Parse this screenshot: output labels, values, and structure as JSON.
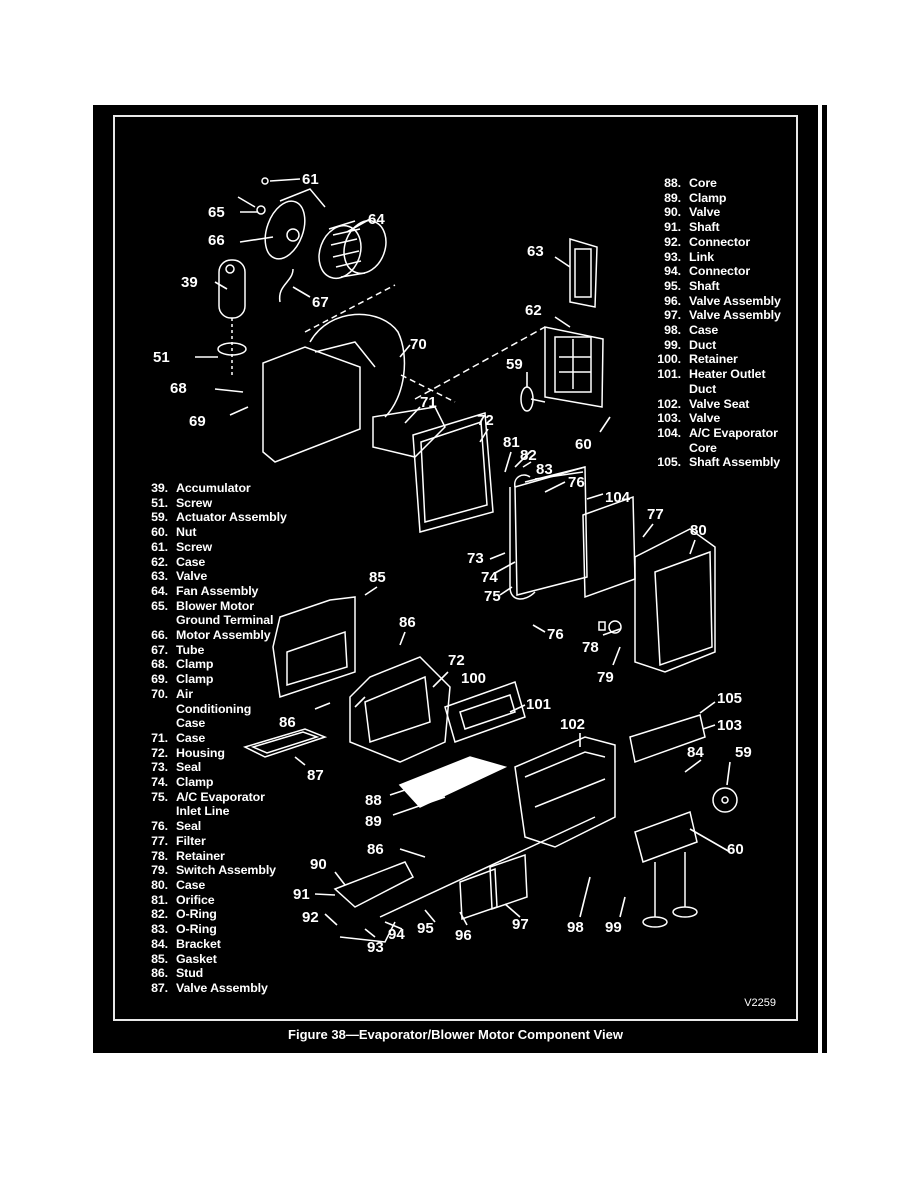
{
  "figure": {
    "caption": "Figure 38—Evaporator/Blower Motor Component View",
    "code": "V2259"
  },
  "legend_left": [
    {
      "num": "39.",
      "label": "Accumulator"
    },
    {
      "num": "51.",
      "label": "Screw"
    },
    {
      "num": "59.",
      "label": "Actuator Assembly"
    },
    {
      "num": "60.",
      "label": "Nut"
    },
    {
      "num": "61.",
      "label": "Screw"
    },
    {
      "num": "62.",
      "label": "Case"
    },
    {
      "num": "63.",
      "label": "Valve"
    },
    {
      "num": "64.",
      "label": "Fan Assembly"
    },
    {
      "num": "65.",
      "label": "Blower Motor\nGround Terminal"
    },
    {
      "num": "66.",
      "label": "Motor Assembly"
    },
    {
      "num": "67.",
      "label": "Tube"
    },
    {
      "num": "68.",
      "label": "Clamp"
    },
    {
      "num": "69.",
      "label": "Clamp"
    },
    {
      "num": "70.",
      "label": "Air\nConditioning\nCase"
    },
    {
      "num": "71.",
      "label": "Case"
    },
    {
      "num": "72.",
      "label": "Housing"
    },
    {
      "num": "73.",
      "label": "Seal"
    },
    {
      "num": "74.",
      "label": "Clamp"
    },
    {
      "num": "75.",
      "label": "A/C Evaporator\nInlet Line"
    },
    {
      "num": "76.",
      "label": "Seal"
    },
    {
      "num": "77.",
      "label": "Filter"
    },
    {
      "num": "78.",
      "label": "Retainer"
    },
    {
      "num": "79.",
      "label": "Switch Assembly"
    },
    {
      "num": "80.",
      "label": "Case"
    },
    {
      "num": "81.",
      "label": "Orifice"
    },
    {
      "num": "82.",
      "label": "O-Ring"
    },
    {
      "num": "83.",
      "label": "O-Ring"
    },
    {
      "num": "84.",
      "label": "Bracket"
    },
    {
      "num": "85.",
      "label": "Gasket"
    },
    {
      "num": "86.",
      "label": "Stud"
    },
    {
      "num": "87.",
      "label": "Valve Assembly"
    }
  ],
  "legend_right": [
    {
      "num": "88.",
      "label": "Core"
    },
    {
      "num": "89.",
      "label": "Clamp"
    },
    {
      "num": "90.",
      "label": "Valve"
    },
    {
      "num": "91.",
      "label": "Shaft"
    },
    {
      "num": "92.",
      "label": "Connector"
    },
    {
      "num": "93.",
      "label": "Link"
    },
    {
      "num": "94.",
      "label": "Connector"
    },
    {
      "num": "95.",
      "label": "Shaft"
    },
    {
      "num": "96.",
      "label": "Valve Assembly"
    },
    {
      "num": "97.",
      "label": "Valve Assembly"
    },
    {
      "num": "98.",
      "label": "Case"
    },
    {
      "num": "99.",
      "label": "Duct"
    },
    {
      "num": "100.",
      "label": "Retainer"
    },
    {
      "num": "101.",
      "label": "Heater Outlet\nDuct"
    },
    {
      "num": "102.",
      "label": "Valve Seat"
    },
    {
      "num": "103.",
      "label": "Valve"
    },
    {
      "num": "104.",
      "label": "A/C Evaporator\nCore"
    },
    {
      "num": "105.",
      "label": "Shaft Assembly"
    }
  ],
  "callouts": {
    "c61": "61",
    "c65": "65",
    "c66": "66",
    "c64": "64",
    "c39": "39",
    "c67": "67",
    "c51": "51",
    "c68": "68",
    "c69": "69",
    "c70": "70",
    "c71": "71",
    "c63": "63",
    "c62": "62",
    "c59a": "59",
    "c60a": "60",
    "c72a": "72",
    "c81": "81",
    "c82": "82",
    "c83": "83",
    "c76a": "76",
    "c104": "104",
    "c73": "73",
    "c74": "74",
    "c75": "75",
    "c76b": "76",
    "c77": "77",
    "c80": "80",
    "c78": "78",
    "c79": "79",
    "c85": "85",
    "c86a": "86",
    "c72b": "72",
    "c100": "100",
    "c86b": "86",
    "c101": "101",
    "c87": "87",
    "c88": "88",
    "c89": "89",
    "c102": "102",
    "c105": "105",
    "c103": "103",
    "c84": "84",
    "c59b": "59",
    "c60b": "60",
    "c86c": "86",
    "c90": "90",
    "c91": "91",
    "c92": "92",
    "c93": "93",
    "c94": "94",
    "c95": "95",
    "c96": "96",
    "c97": "97",
    "c98": "98",
    "c99": "99"
  }
}
